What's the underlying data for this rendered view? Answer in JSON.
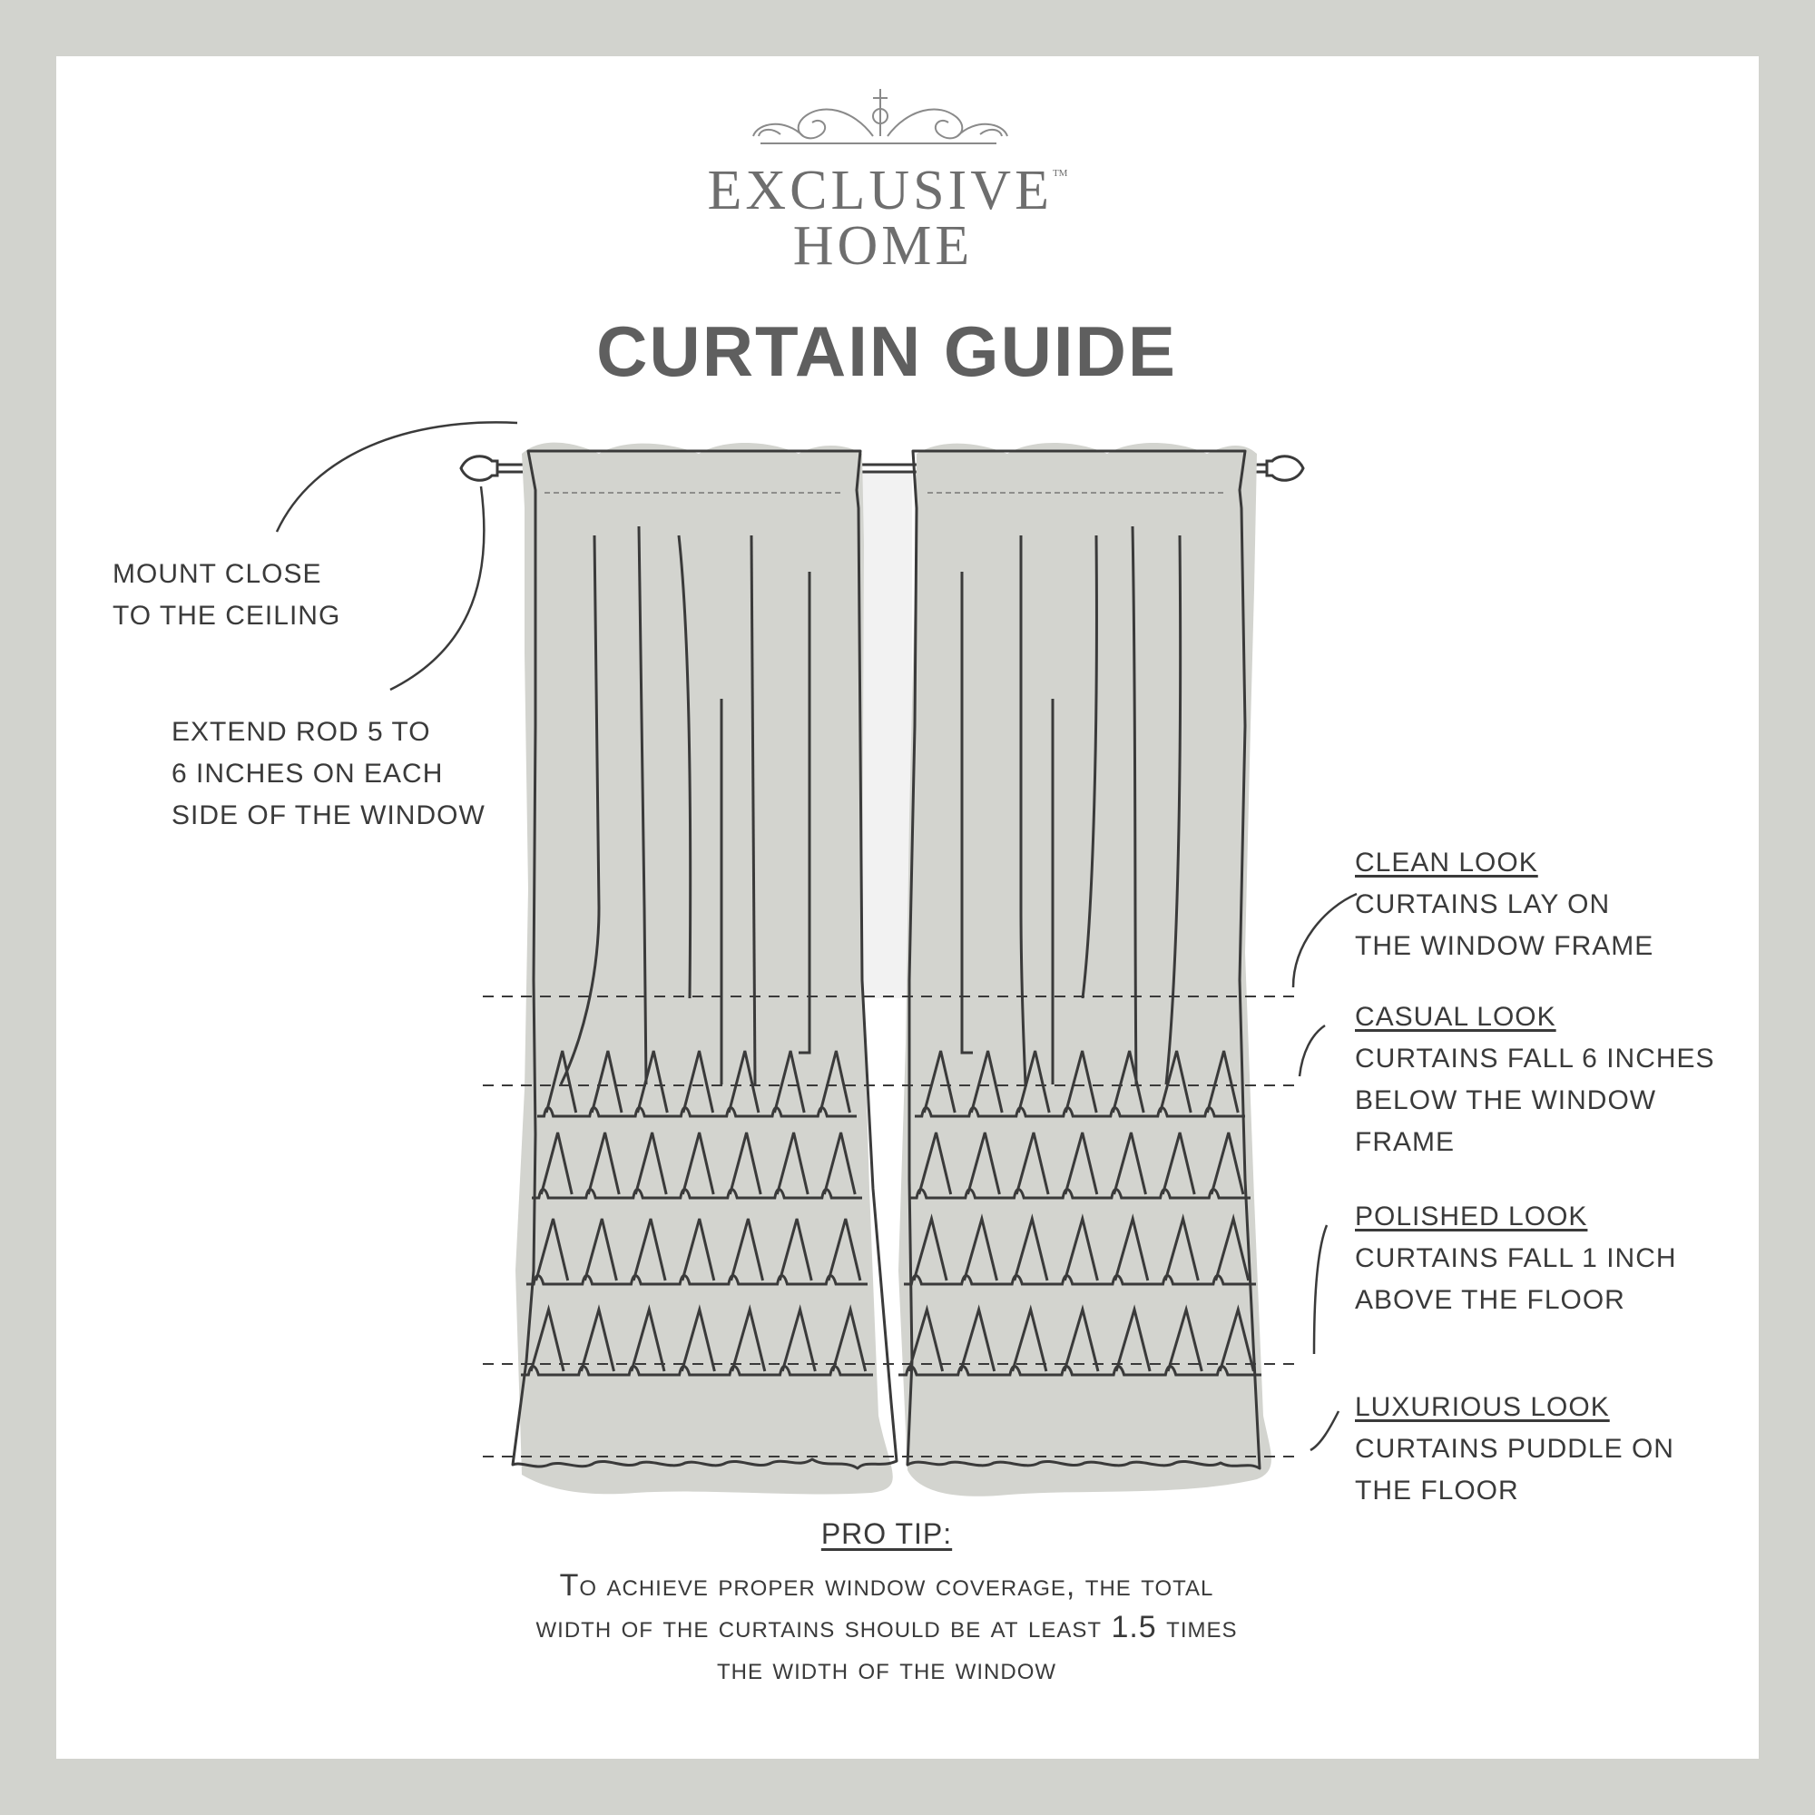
{
  "brand": {
    "line1": "EXCLUSIVE",
    "tm": "TM",
    "line2": "HOME"
  },
  "title": "CURTAIN GUIDE",
  "left_notes": [
    {
      "line1": "MOUNT CLOSE",
      "line2": "TO THE CEILING"
    },
    {
      "line1": "EXTEND ROD 5 TO",
      "line2": "6 INCHES ON EACH",
      "line3": "SIDE OF THE WINDOW"
    }
  ],
  "looks": [
    {
      "heading": "CLEAN LOOK",
      "line1": "CURTAINS LAY ON",
      "line2": "THE WINDOW FRAME"
    },
    {
      "heading": "CASUAL LOOK",
      "line1": "CURTAINS FALL 6 INCHES",
      "line2": "BELOW THE WINDOW",
      "line3": "FRAME"
    },
    {
      "heading": "POLISHED LOOK",
      "line1": "CURTAINS FALL 1 INCH",
      "line2": "ABOVE THE FLOOR"
    },
    {
      "heading": "LUXURIOUS LOOK",
      "line1": "CURTAINS PUDDLE ON",
      "line2": "THE FLOOR"
    }
  ],
  "pro_tip": {
    "heading": "PRO TIP:",
    "line1": "To achieve proper window coverage, the total",
    "line2": "width of the curtains should be at least 1.5 times",
    "line3": "the width of the window"
  },
  "colors": {
    "outer_border": "#d2d3ce",
    "panel": "#ffffff",
    "curtain_fill": "#d3d4cf",
    "ink": "#3a3a3a"
  }
}
